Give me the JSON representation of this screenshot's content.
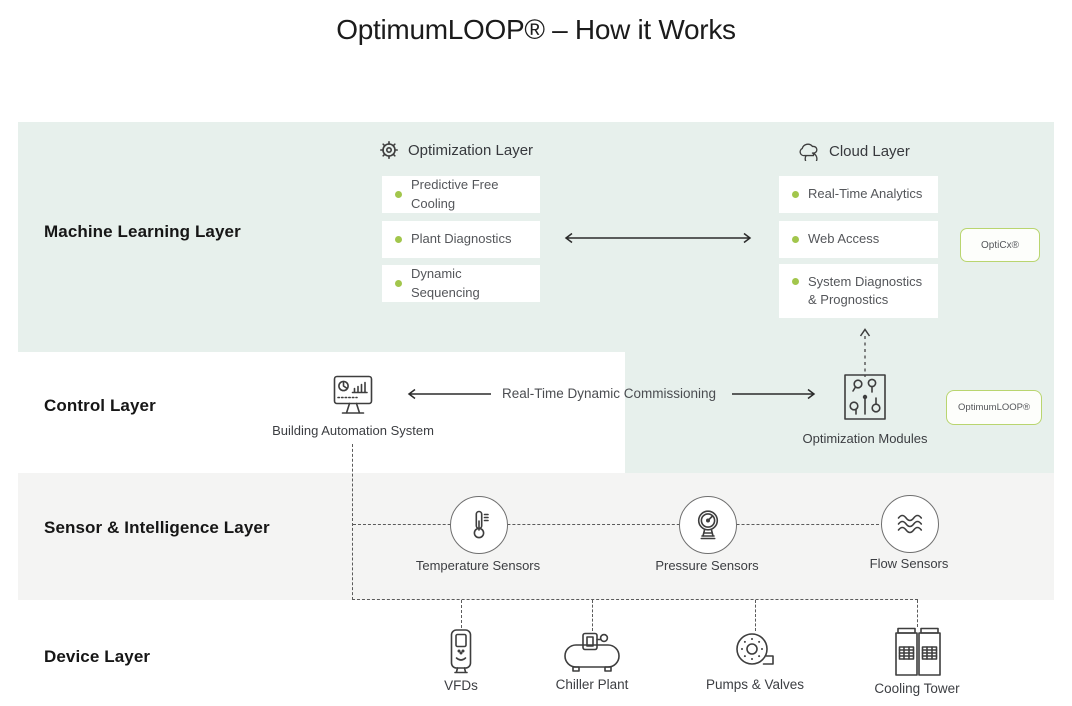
{
  "title": "OptimumLOOP® – How it Works",
  "layers": {
    "ml": "Machine Learning Layer",
    "control": "Control Layer",
    "sensor": "Sensor & Intelligence Layer",
    "device": "Device Layer"
  },
  "optimization": {
    "header": "Optimization Layer",
    "items": [
      "Predictive Free Cooling",
      "Plant Diagnostics",
      "Dynamic Sequencing"
    ]
  },
  "cloud": {
    "header": "Cloud Layer",
    "items": [
      "Real-Time Analytics",
      "Web Access",
      "System Diagnostics & Prognostics"
    ]
  },
  "control": {
    "bas": "Building Automation System",
    "commissioning": "Real-Time Dynamic Commissioning",
    "modules": "Optimization Modules"
  },
  "badges": {
    "opticx": "OptiCx®",
    "optimumloop": "OptimumLOOP®"
  },
  "sensors": [
    "Temperature Sensors",
    "Pressure Sensors",
    "Flow Sensors"
  ],
  "devices": [
    "VFDs",
    "Chiller Plant",
    "Pumps & Valves",
    "Cooling Tower"
  ],
  "colors": {
    "mint_band": "#e7f0ec",
    "gray_band": "#f4f4f3",
    "bullet_green": "#a2c64c",
    "badge_border": "#b9d56f",
    "label_dark": "#161616",
    "item_text": "#54565a"
  }
}
